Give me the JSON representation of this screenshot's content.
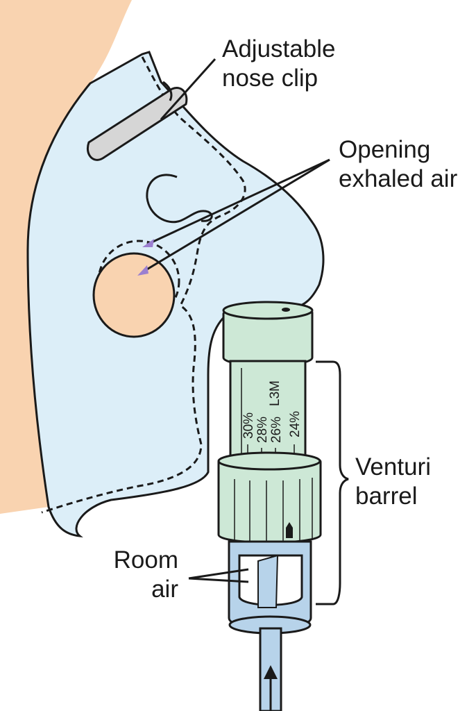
{
  "labels": {
    "nose_clip": [
      "Adjustable",
      "nose clip"
    ],
    "opening": [
      "Opening",
      "exhaled air"
    ],
    "venturi": [
      "Venturi",
      "barrel"
    ],
    "room_air": [
      "Room",
      "air"
    ]
  },
  "barrel_markings": {
    "model": "L3M",
    "percentages": [
      "30%",
      "28%",
      "26%",
      "24%"
    ]
  },
  "colors": {
    "skin": "#f9d3b0",
    "mask": "#dceef8",
    "barrel": "#cde8d6",
    "clip": "#d6d6d6",
    "tube": "#b7d3ea",
    "pointer": "#9b7fd0",
    "ink": "#1a1a1a"
  }
}
